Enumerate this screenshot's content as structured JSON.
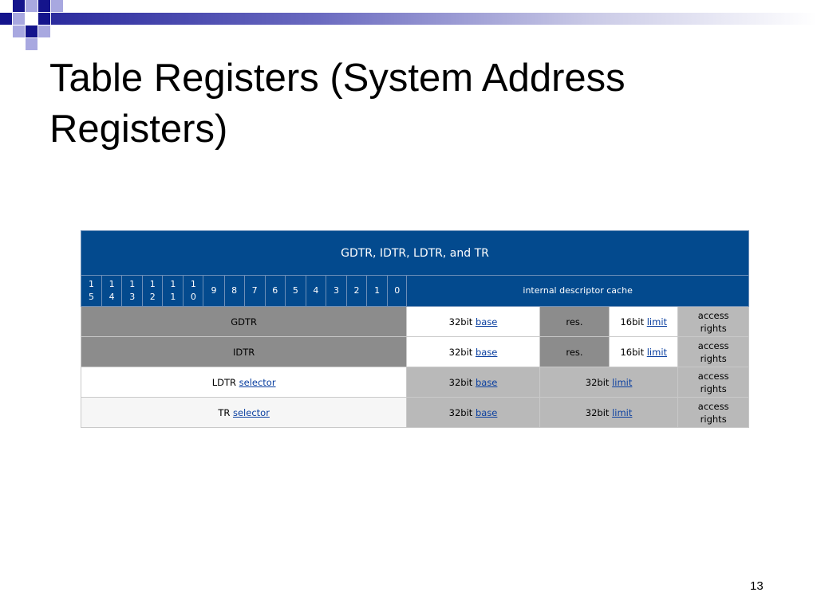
{
  "slide": {
    "title": "Table Registers (System Address Registers)",
    "page_number": "13"
  },
  "table": {
    "header": "GDTR, IDTR, LDTR, and TR",
    "bits": [
      {
        "top": "1",
        "bottom": "5"
      },
      {
        "top": "1",
        "bottom": "4"
      },
      {
        "top": "1",
        "bottom": "3"
      },
      {
        "top": "1",
        "bottom": "2"
      },
      {
        "top": "1",
        "bottom": "1"
      },
      {
        "top": "1",
        "bottom": "0"
      },
      {
        "top": "9",
        "bottom": ""
      },
      {
        "top": "8",
        "bottom": ""
      },
      {
        "top": "7",
        "bottom": ""
      },
      {
        "top": "6",
        "bottom": ""
      },
      {
        "top": "5",
        "bottom": ""
      },
      {
        "top": "4",
        "bottom": ""
      },
      {
        "top": "3",
        "bottom": ""
      },
      {
        "top": "2",
        "bottom": ""
      },
      {
        "top": "1",
        "bottom": ""
      },
      {
        "top": "0",
        "bottom": ""
      }
    ],
    "cache_label": "internal descriptor cache",
    "rows": {
      "gdtr": {
        "name": "GDTR",
        "base_prefix": "32bit",
        "base_link": "base",
        "res": "res.",
        "limit_prefix": "16bit",
        "limit_link": "limit",
        "access_line1": "access",
        "access_line2": "rights"
      },
      "idtr": {
        "name": "IDTR",
        "base_prefix": "32bit",
        "base_link": "base",
        "res": "res.",
        "limit_prefix": "16bit",
        "limit_link": "limit",
        "access_line1": "access",
        "access_line2": "rights"
      },
      "ldtr": {
        "name": "LDTR",
        "name_link": "selector",
        "base_prefix": "32bit",
        "base_link": "base",
        "limit_prefix": "32bit",
        "limit_link": "limit",
        "access_line1": "access",
        "access_line2": "rights"
      },
      "tr": {
        "name": "TR",
        "name_link": "selector",
        "base_prefix": "32bit",
        "base_link": "base",
        "limit_prefix": "32bit",
        "limit_link": "limit",
        "access_line1": "access",
        "access_line2": "rights"
      }
    }
  }
}
